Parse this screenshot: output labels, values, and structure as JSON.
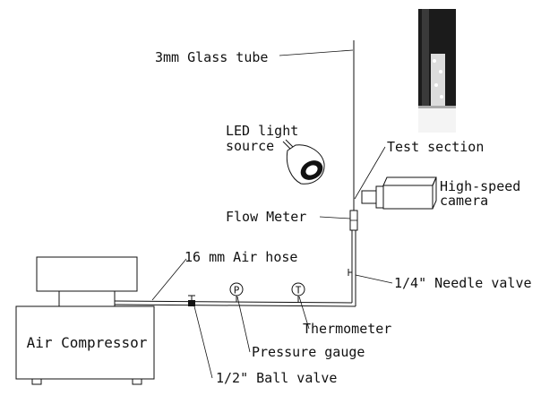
{
  "labels": {
    "glass_tube": "3mm Glass tube",
    "led_line1": "LED light",
    "led_line2": "source",
    "test_section": "Test section",
    "camera_line1": "High-speed",
    "camera_line2": "camera",
    "flow_meter": "Flow Meter",
    "air_hose": "16 mm Air hose",
    "needle_valve": "1/4\" Needle valve",
    "air_compressor": "Air Compressor",
    "thermometer": "Thermometer",
    "pressure_gauge": "Pressure gauge",
    "ball_valve": "1/2\" Ball valve",
    "gauge_p": "P",
    "gauge_t": "T"
  },
  "colors": {
    "ink": "#111111",
    "tube_dark": "#1b1b1b",
    "tube_fill_white": "#f4f4f4",
    "foam": "#dcdcdc"
  }
}
